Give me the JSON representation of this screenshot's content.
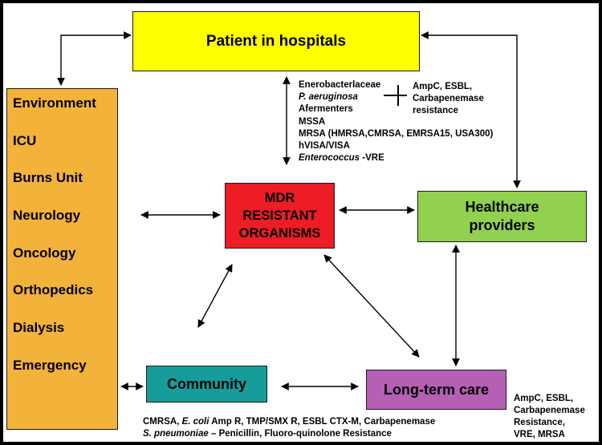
{
  "nodes": {
    "patient": "Patient in hospitals",
    "mdr": [
      "MDR",
      "RESISTANT",
      "ORGANISMS"
    ],
    "healthcare": [
      "Healthcare",
      "providers"
    ],
    "community": "Community",
    "longterm": "Long-term care"
  },
  "units": [
    "Environment",
    "ICU",
    "Burns Unit",
    "Neurology",
    "Oncology",
    "Orthopedics",
    "Dialysis",
    "Emergency"
  ],
  "hospital_organisms": {
    "list": [
      "Enerobacterlaceae",
      "P. aeruginosa",
      "Afermenters",
      "MSSA",
      "MRSA (HMRSA,CMRSA, EMRSA15, USA300)",
      "hVISA/VISA"
    ],
    "enterococcus_species": "Enterococcus",
    "enterococcus_suffix": " -VRE",
    "bracket_note": [
      "AmpC, ESBL,",
      "Carbapenemase",
      "resistance"
    ]
  },
  "community_organisms": {
    "line1_a": "CMRSA, ",
    "line1_b": "E. coli",
    "line1_c": " Amp R, TMP/SMX R, ESBL CTX-M, Carbapenemase",
    "line2_a": "S. pneumoniae",
    "line2_b": " – Penicillin, Fluoro-quinolone Resistance"
  },
  "ltc_organisms": [
    "AmpC, ESBL,",
    "Carbapenemase",
    "Resistance,",
    "VRE, MRSA"
  ],
  "colors": {
    "patient": "#ffff00",
    "units": "#f3b23a",
    "mdr": "#ee1c25",
    "healthcare": "#92d050",
    "community": "#179c9c",
    "longterm": "#b55fb5"
  }
}
